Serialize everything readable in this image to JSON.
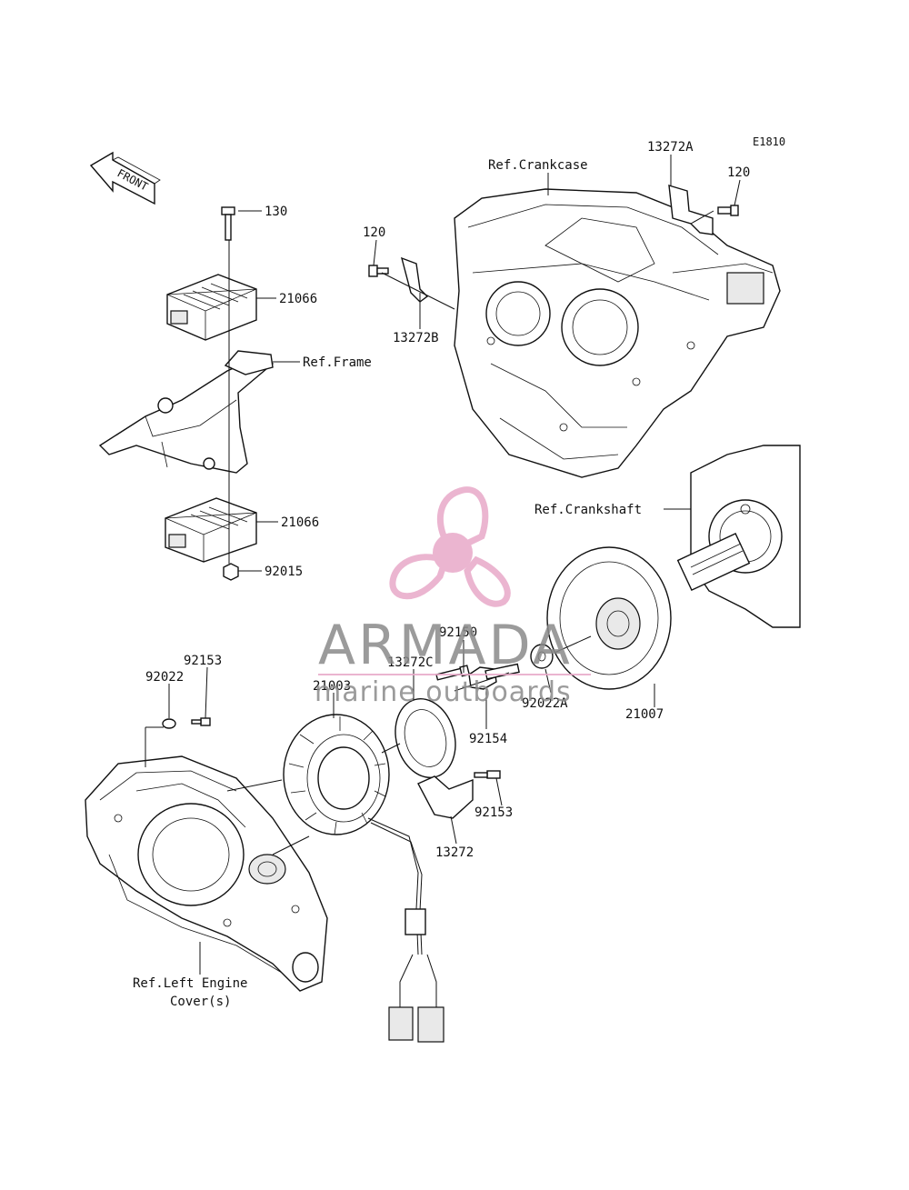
{
  "diagram": {
    "code": "E1810",
    "front_label": "FRONT",
    "callouts": {
      "p13272A": "13272A",
      "p120_right": "120",
      "ref_crankcase": "Ref.Crankcase",
      "p120_left": "120",
      "p13272B": "13272B",
      "p130": "130",
      "p21066_top": "21066",
      "ref_frame": "Ref.Frame",
      "p21066_bottom": "21066",
      "p92015": "92015",
      "ref_crankshaft": "Ref.Crankshaft",
      "p92150": "92150",
      "p13272C": "13272C",
      "p21003": "21003",
      "p92153_top": "92153",
      "p92022": "92022",
      "p92022A": "92022A",
      "p92154": "92154",
      "p21007": "21007",
      "p92153_bottom": "92153",
      "p13272": "13272",
      "ref_left_cover_1": "Ref.Left Engine",
      "ref_left_cover_2": "Cover(s)"
    }
  },
  "watermark": {
    "brand": "ARMADA",
    "tagline": "marine outboards",
    "colors": {
      "logo_pink": "#e8a9c8",
      "text_gray": "#8a8a8a"
    }
  }
}
